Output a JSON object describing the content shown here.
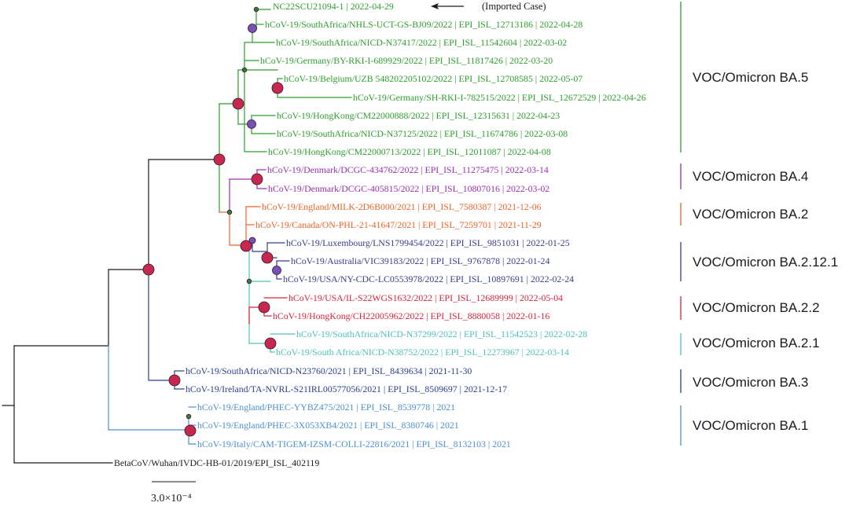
{
  "colors": {
    "ba5": "#2e9e2e",
    "ba4": "#9b30b0",
    "ba2": "#e8652a",
    "ba2121": "#3b3b8c",
    "ba22": "#d9243c",
    "ba21": "#4fc1b8",
    "ba3": "#2b3f8c",
    "ba1": "#4e8fd0",
    "outgroup": "#1a1a1a",
    "node_large": "#c8284f",
    "node_medium": "#7a4fb8",
    "node_small": "#3c7a3c"
  },
  "annotation": {
    "imported_case": "(Imported Case)"
  },
  "scale_bar": {
    "label": "3.0×10⁻⁴"
  },
  "clades": [
    {
      "key": "ba5",
      "label": "VOC/Omicron BA.5"
    },
    {
      "key": "ba4",
      "label": "VOC/Omicron BA.4"
    },
    {
      "key": "ba2",
      "label": "VOC/Omicron BA.2"
    },
    {
      "key": "ba2121",
      "label": "VOC/Omicron BA.2.12.1"
    },
    {
      "key": "ba22",
      "label": "VOC/Omicron BA.2.2"
    },
    {
      "key": "ba21",
      "label": "VOC/Omicron BA.2.1"
    },
    {
      "key": "ba3",
      "label": "VOC/Omicron BA.3"
    },
    {
      "key": "ba1",
      "label": "VOC/Omicron BA.1"
    }
  ],
  "leaves": [
    {
      "label": "NC22SCU21094-1 | 2022-04-29",
      "clade": "ba5"
    },
    {
      "label": "hCoV-19/SouthAfrica/NHLS-UCT-GS-BJ09/2022 | EPI_ISL_12713186 | 2022-04-28",
      "clade": "ba5"
    },
    {
      "label": "hCoV-19/SouthAfrica/NICD-N37417/2022 | EPI_ISL_11542604 | 2022-03-02",
      "clade": "ba5"
    },
    {
      "label": "hCoV-19/Germany/BY-RKI-I-689929/2022 | EPI_ISL_11817426 | 2022-03-20",
      "clade": "ba5"
    },
    {
      "label": "hCoV-19/Belgium/UZB 548202205102/2022 | EPI_ISL_12708585 | 2022-05-07",
      "clade": "ba5"
    },
    {
      "label": "hCoV-19/Germany/SH-RKI-I-782515/2022 | EPI_ISL_12672529 | 2022-04-26",
      "clade": "ba5"
    },
    {
      "label": "hCoV-19/HongKong/CM22000888/2022 | EPI_ISL_12315631 | 2022-04-23",
      "clade": "ba5"
    },
    {
      "label": "hCoV-19/SouthAfrica/NICD-N37125/2022 | EPI_ISL_11674786 | 2022-03-08",
      "clade": "ba5"
    },
    {
      "label": "hCoV-19/HongKong/CM22000713/2022 | EPI_ISL_12011087 | 2022-04-08",
      "clade": "ba5"
    },
    {
      "label": "hCoV-19/Denmark/DCGC-434762/2022 | EPI_ISL_11275475 | 2022-03-14",
      "clade": "ba4"
    },
    {
      "label": "hCoV-19/Denmark/DCGC-405815/2022 | EPI_ISL_10807016 | 2022-03-02",
      "clade": "ba4"
    },
    {
      "label": "hCoV-19/England/MILK-2D6B000/2021 | EPI_ISL_7580387 | 2021-12-06",
      "clade": "ba2"
    },
    {
      "label": "hCoV-19/Canada/ON-PHL-21-41647/2021 | EPI_ISL_7259701 | 2021-11-29",
      "clade": "ba2"
    },
    {
      "label": "hCoV-19/Luxembourg/LNS1799454/2022 | EPI_ISL_9851031 | 2022-01-25",
      "clade": "ba2121"
    },
    {
      "label": "hCoV-19/Australia/VIC39183/2022 | EPI_ISL_9767878 | 2022-01-24",
      "clade": "ba2121"
    },
    {
      "label": "hCoV-19/USA/NY-CDC-LC0553978/2022 | EPI_ISL_10897691 | 2022-02-24",
      "clade": "ba2121"
    },
    {
      "label": "hCoV-19/USA/IL-S22WGS1632/2022 | EPI_ISL_12689999 | 2022-05-04",
      "clade": "ba22"
    },
    {
      "label": "hCoV-19/HongKong/CH22005962/2022 | EPI_ISL_8880058 | 2022-01-16",
      "clade": "ba22"
    },
    {
      "label": "hCoV-19/SouthAfrica/NICD-N37299/2022 | EPI_ISL_11542523 | 2022-02-28",
      "clade": "ba21"
    },
    {
      "label": "hCoV-19/South Africa/NICD-N38752/2022 | EPI_ISL_12273967 | 2022-03-14",
      "clade": "ba21"
    },
    {
      "label": "hCoV-19/SouthAfrica/NICD-N23760/2021 | EPI_ISL_8439634 | 2021-11-30",
      "clade": "ba3"
    },
    {
      "label": "hCoV-19/Ireland/TA-NVRL-S21IRL00577056/2021 | EPI_ISL_8509697 | 2021-12-17",
      "clade": "ba3"
    },
    {
      "label": "hCoV-19/England/PHEC-YYBZ475/2021 | EPI_ISL_8539778 | 2021",
      "clade": "ba1"
    },
    {
      "label": "hCoV-19/England/PHEC-3X053XB4/2021 | EPI_ISL_8380746 | 2021",
      "clade": "ba1"
    },
    {
      "label": "hCoV-19/Italy/CAM-TIGEM-IZSM-COLLI-22816/2021 | EPI_ISL_8132103 | 2021",
      "clade": "ba1"
    },
    {
      "label": "BetaCoV/Wuhan/IVDC-HB-01/2019/EPI_ISL_402119",
      "clade": "outgroup"
    }
  ]
}
